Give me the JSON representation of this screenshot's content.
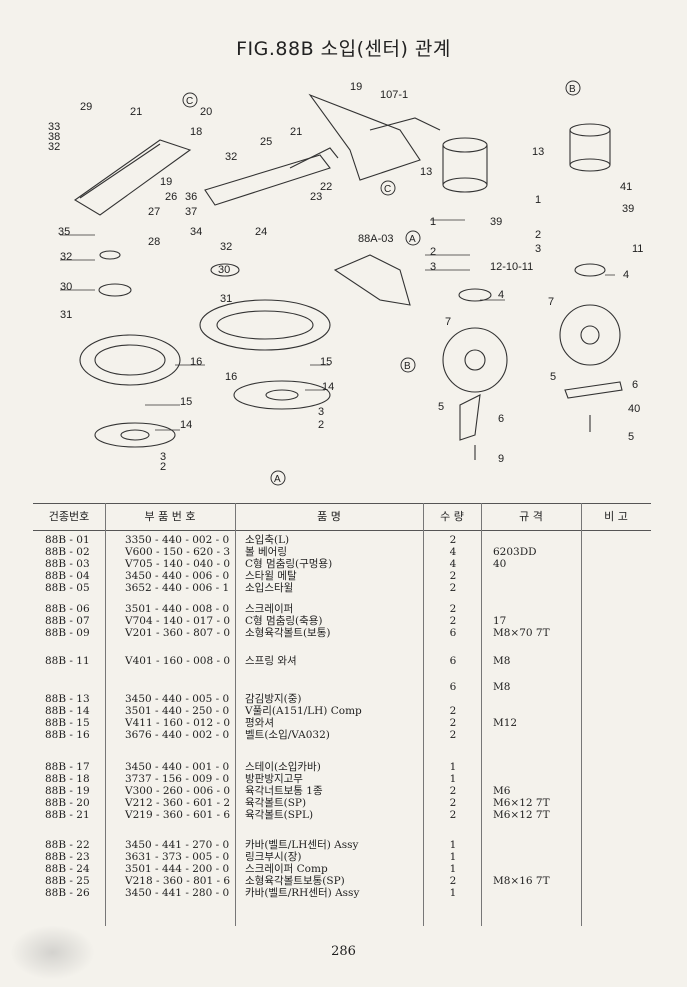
{
  "title": "FIG.88B 소입(센터) 관계",
  "diagram": {
    "callouts": [
      "29",
      "21",
      "20",
      "22",
      "33",
      "38",
      "32",
      "18",
      "36",
      "37",
      "26",
      "19",
      "25",
      "27",
      "35",
      "28",
      "30",
      "31",
      "16",
      "15",
      "14",
      "3",
      "2",
      "34",
      "24",
      "23",
      "5",
      "6",
      "9",
      "13",
      "1",
      "39",
      "12-10-11",
      "4",
      "7",
      "88A-03",
      "40",
      "41",
      "11",
      "107-1"
    ],
    "markers": [
      "B",
      "C",
      "A"
    ]
  },
  "table": {
    "headers": [
      "건종번호",
      "부 품 번 호",
      "품 명",
      "수 량",
      "규 격",
      "비 고"
    ],
    "rows": [
      {
        "code": "88B - 01",
        "part": "3350 - 440 - 002 - 0",
        "name": "소입축(L)",
        "qty": "2",
        "spec": ""
      },
      {
        "code": "88B - 02",
        "part": "V600 - 150 - 620 - 3",
        "name": "볼 베어링",
        "qty": "4",
        "spec": "6203DD"
      },
      {
        "code": "88B - 03",
        "part": "V705 - 140 - 040 - 0",
        "name": "C형 멈춤링(구멍용)",
        "qty": "4",
        "spec": "40"
      },
      {
        "code": "88B - 04",
        "part": "3450 - 440 - 006 - 0",
        "name": "스타윌 메탈",
        "qty": "2",
        "spec": ""
      },
      {
        "code": "88B - 05",
        "part": "3652 - 440 - 006 - 1",
        "name": "소입스타윌",
        "qty": "2",
        "spec": ""
      },
      {
        "code": "88B - 06",
        "part": "3501 - 440 - 008 - 0",
        "name": "스크레이퍼",
        "qty": "2",
        "spec": ""
      },
      {
        "code": "88B - 07",
        "part": "V704 - 140 - 017 - 0",
        "name": "C형 멈춤링(축용)",
        "qty": "2",
        "spec": "17"
      },
      {
        "code": "88B - 09",
        "part": "V201 - 360 - 807 - 0",
        "name": "소형육각볼트(보통)",
        "qty": "6",
        "spec": "M8×70 7T"
      },
      {
        "code": "88B - 11",
        "part": "V401 - 160 - 008 - 0",
        "name": "스프링 와셔",
        "qty": "6",
        "spec": "M8"
      },
      {
        "code": "",
        "part": "",
        "name": "",
        "qty": "6",
        "spec": "M8"
      },
      {
        "code": "88B - 13",
        "part": "3450 - 440 - 005 - 0",
        "name": "감김방지(중)",
        "qty": "",
        "spec": ""
      },
      {
        "code": "88B - 14",
        "part": "3501 - 440 - 250 - 0",
        "name": "V풀리(A151/LH) Comp",
        "qty": "2",
        "spec": ""
      },
      {
        "code": "88B - 15",
        "part": "V411 - 160 - 012 - 0",
        "name": "평와셔",
        "qty": "2",
        "spec": "M12"
      },
      {
        "code": "88B - 16",
        "part": "3676 - 440 - 002 - 0",
        "name": "벨트(소입/VA032)",
        "qty": "2",
        "spec": ""
      },
      {
        "code": "88B - 17",
        "part": "3450 - 440 - 001 - 0",
        "name": "스테이(소입카바)",
        "qty": "1",
        "spec": ""
      },
      {
        "code": "88B - 18",
        "part": "3737 - 156 - 009 - 0",
        "name": "방판방지고무",
        "qty": "1",
        "spec": ""
      },
      {
        "code": "88B - 19",
        "part": "V300 - 260 - 006 - 0",
        "name": "육각너트보통 1종",
        "qty": "2",
        "spec": "M6"
      },
      {
        "code": "88B - 20",
        "part": "V212 - 360 - 601 - 2",
        "name": "육각볼트(SP)",
        "qty": "2",
        "spec": "M6×12 7T"
      },
      {
        "code": "88B - 21",
        "part": "V219 - 360 - 601 - 6",
        "name": "육각볼트(SPL)",
        "qty": "2",
        "spec": "M6×12 7T"
      },
      {
        "code": "88B - 22",
        "part": "3450 - 441 - 270 - 0",
        "name": "카바(벨트/LH센터) Assy",
        "qty": "1",
        "spec": ""
      },
      {
        "code": "88B - 23",
        "part": "3631 - 373 - 005 - 0",
        "name": "링크부시(장)",
        "qty": "1",
        "spec": ""
      },
      {
        "code": "88B - 24",
        "part": "3501 - 444 - 200 - 0",
        "name": "스크레이퍼 Comp",
        "qty": "1",
        "spec": ""
      },
      {
        "code": "88B - 25",
        "part": "V218 - 360 - 801 - 6",
        "name": "소형육각볼트보통(SP)",
        "qty": "2",
        "spec": "M8×16 7T"
      },
      {
        "code": "88B - 26",
        "part": "3450 - 441 - 280 - 0",
        "name": "카바(벨트/RH센터) Assy",
        "qty": "1",
        "spec": ""
      }
    ]
  },
  "page_number": "286"
}
